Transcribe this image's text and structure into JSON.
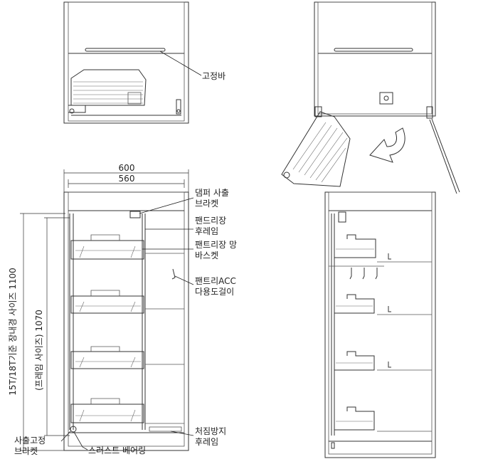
{
  "top_left_labels": {
    "fixing_bar": "고정바"
  },
  "dimensions": {
    "outer_width": "600",
    "inner_width": "560",
    "frame_height": "(프레임 사이즈) 1070",
    "cabinet_height": "15T/18T기준 장내경 사이즈 1100"
  },
  "callouts": {
    "damper_bracket": [
      "댐퍼 사출",
      "브라켓"
    ],
    "pantry_frame": [
      "팬드리장",
      "후레임"
    ],
    "pantry_basket": [
      "팬트리장 망",
      "바스켓"
    ],
    "pantry_acc_hook": [
      "팬트리ACC",
      "다용도걸이"
    ],
    "anti_sag_frame": [
      "처짐방지",
      "후레임"
    ],
    "injection_bracket": [
      "사출고정",
      "브라켓"
    ],
    "slide_bearing": "스러스트 베어링"
  },
  "colors": {
    "line": "#333333",
    "text": "#222222",
    "background": "#ffffff"
  }
}
